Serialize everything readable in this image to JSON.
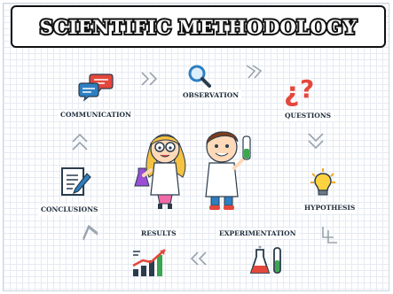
{
  "title": "SCIENTIFIC METHODOLOGY",
  "stages": {
    "observation": "OBSERVATION",
    "questions": "QUESTIONS",
    "hypothesis": "HYPOTHESIS",
    "experimentation": "EXPERIMENTATION",
    "results": "RESULTS",
    "conclusions": "CONCLUSIONS",
    "communication": "COMMUNICATION"
  },
  "icons": {
    "observation": "magnifier-icon",
    "questions": "question-marks-icon",
    "hypothesis": "lightbulb-icon",
    "experimentation": "lab-flasks-icon",
    "results": "growth-chart-icon",
    "conclusions": "notepad-pen-icon",
    "communication": "speech-bubbles-icon"
  },
  "colors": {
    "accent_red": "#e4473b",
    "accent_orange": "#f5a623",
    "accent_blue": "#2d7fc1",
    "accent_green": "#3aa64f",
    "arrow_gray": "#9aa3ad"
  }
}
